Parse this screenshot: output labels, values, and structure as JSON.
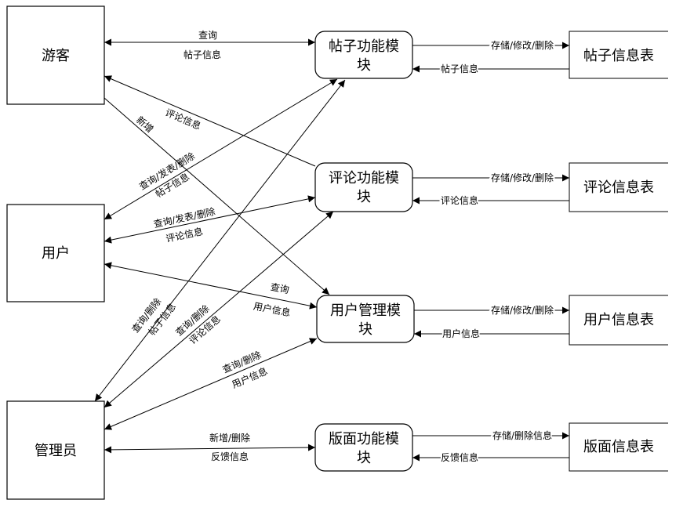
{
  "entities": {
    "visitor": "游客",
    "user": "用户",
    "admin": "管理员"
  },
  "processes": {
    "post": [
      "帖子功能模",
      "块"
    ],
    "comment": [
      "评论功能模",
      "块"
    ],
    "user_mgmt": [
      "用户管理模",
      "块"
    ],
    "board": [
      "版面功能模",
      "块"
    ]
  },
  "stores": {
    "post": "帖子信息表",
    "comment": "评论信息表",
    "user": "用户信息表",
    "board": "版面信息表"
  },
  "flows": {
    "visitor_post": [
      "查询",
      "帖子信息"
    ],
    "comment_visitor": "评论信息",
    "visitor_user_mgmt": "新增",
    "user_post": [
      "查询/发表/删除",
      "帖子信息"
    ],
    "user_comment": [
      "查询/发表/删除",
      "评论信息"
    ],
    "user_user_mgmt": [
      "查询",
      "用户信息"
    ],
    "admin_post": [
      "查询/删除",
      "帖子信息"
    ],
    "admin_comment": [
      "查询/删除",
      "评论信息"
    ],
    "admin_user_mgmt": [
      "查询/删除",
      "用户信息"
    ],
    "admin_board": [
      "新增/删除",
      "反馈信息"
    ],
    "post_store": [
      "存储/修改/删除",
      "帖子信息"
    ],
    "comment_store": [
      "存储/修改/删除",
      "评论信息"
    ],
    "user_store": [
      "存储/修改/删除",
      "用户信息"
    ],
    "board_store": [
      "存储/删除信息",
      "反馈信息"
    ]
  }
}
